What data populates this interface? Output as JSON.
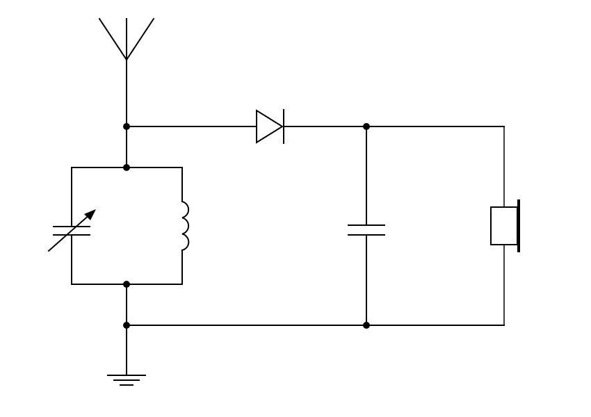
{
  "diagram": {
    "components": [
      {
        "name": "antenna"
      },
      {
        "name": "variable-capacitor"
      },
      {
        "name": "inductor"
      },
      {
        "name": "diode"
      },
      {
        "name": "capacitor"
      },
      {
        "name": "speaker"
      },
      {
        "name": "ground"
      }
    ],
    "colors": {
      "background": "#ffffff",
      "line": "#000000"
    }
  }
}
